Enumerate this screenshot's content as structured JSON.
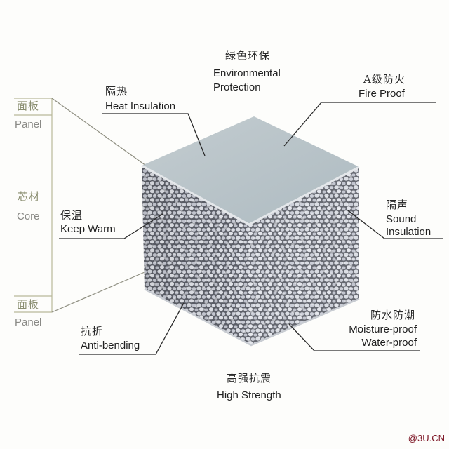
{
  "diagram": {
    "subject": "sandwich wall panel cube",
    "colors": {
      "panel_face": "#b7c3c8",
      "core_dark": "#5a5c66",
      "core_bead": "#d8dbe0",
      "bracket_line": "#b8b89a",
      "leader_line": "#2a2a2a",
      "watermark": "#7a1020"
    }
  },
  "structure_labels": {
    "top_panel": {
      "cn": "面板",
      "en": "Panel"
    },
    "core": {
      "cn": "芯材",
      "en": "Core"
    },
    "bottom_panel": {
      "cn": "面板",
      "en": "Panel"
    }
  },
  "callouts": {
    "environmental": {
      "cn": "绿色环保",
      "en1": "Environmental",
      "en2": "Protection"
    },
    "heat": {
      "cn": "隔热",
      "en": "Heat Insulation"
    },
    "fire": {
      "cn": "A级防火",
      "en": "Fire Proof"
    },
    "warm": {
      "cn": "保温",
      "en": "Keep Warm"
    },
    "sound": {
      "cn": "隔声",
      "en1": "Sound",
      "en2": "Insulation"
    },
    "bending": {
      "cn": "抗折",
      "en": "Anti-bending"
    },
    "moisture": {
      "cn": "防水防潮",
      "en1": "Moisture-proof",
      "en2": "Water-proof"
    },
    "strength": {
      "cn": "高强抗震",
      "en": "High Strength"
    }
  },
  "watermark": "@3U.CN"
}
